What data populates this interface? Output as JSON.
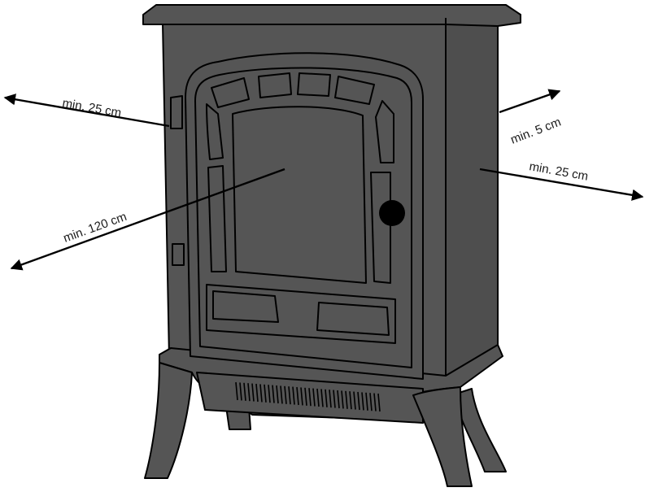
{
  "colors": {
    "stove_body": "#555555",
    "stove_side": "#4e4e4e",
    "outline": "#000000",
    "arrow": "#000000",
    "knob": "#000000"
  },
  "labels": {
    "left_side": "min. 25 cm",
    "front": "min. 120 cm",
    "back": "min. 5 cm",
    "right_side": "min. 25 cm"
  }
}
